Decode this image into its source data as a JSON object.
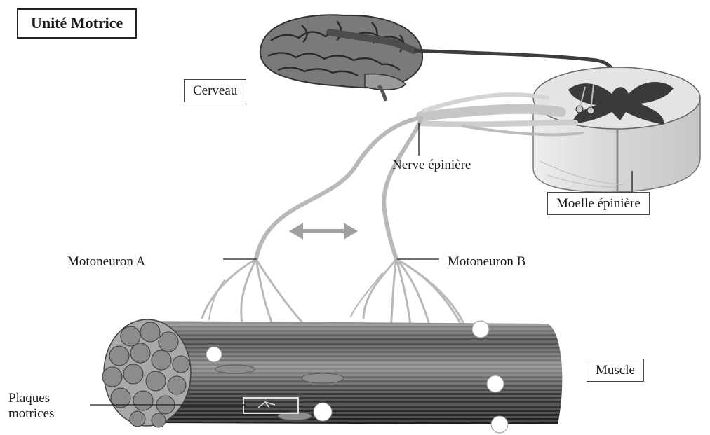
{
  "title": "Unité Motrice",
  "labels": {
    "cerveau": "Cerveau",
    "nerf": "Nerve épinière",
    "moelle": "Moelle épinière",
    "moto_a": "Motoneuron A",
    "moto_b": "Motoneuron B",
    "muscle": "Muscle",
    "plaques_line1": "Plaques",
    "plaques_line2": "motrices"
  },
  "colors": {
    "nerve": "#b9b9b9",
    "arrow": "#a0a0a0",
    "brain": "#6a6a6a",
    "muscle": "#505050"
  }
}
